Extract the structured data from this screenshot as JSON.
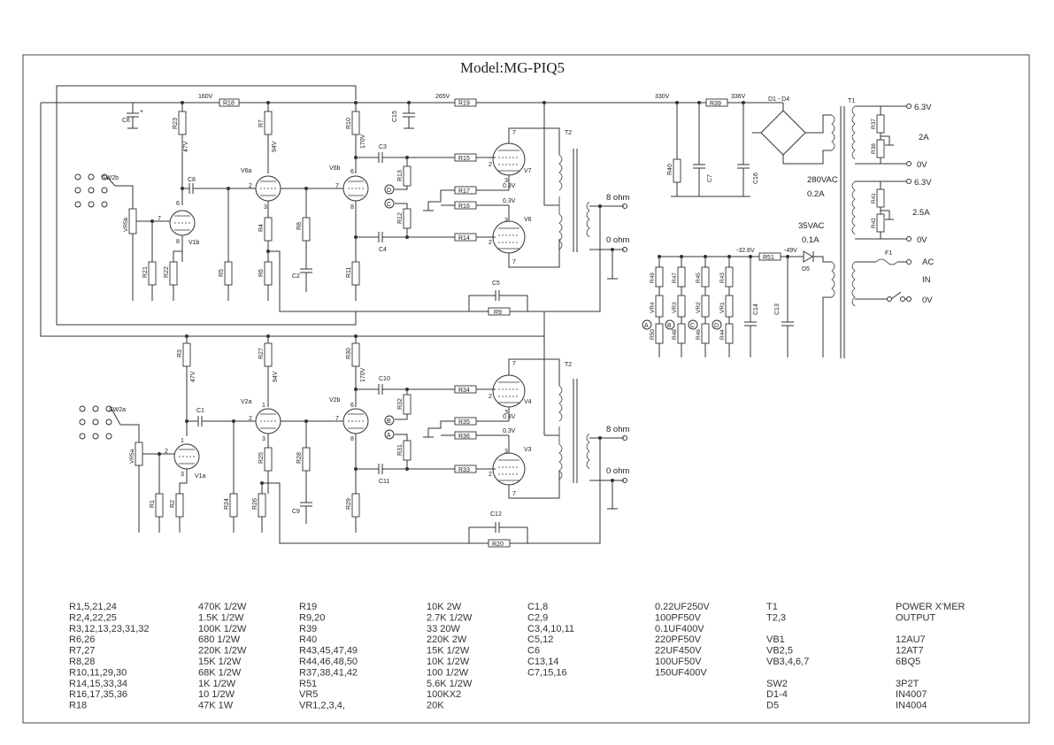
{
  "title": "Model:MG-PIQ5",
  "upper_voltages": {
    "v160": "160V",
    "v265": "265V",
    "v330": "330V",
    "v336": "336V",
    "v47": "47V",
    "v94": "94V",
    "v170": "170V",
    "v03a": "0.3V",
    "v03b": "0.3V"
  },
  "lower_voltages": {
    "v47": "47V",
    "v94": "94V",
    "v170": "170V",
    "v03a": "0.3V",
    "v03b": "0.3V"
  },
  "psu_voltages": {
    "n328": "-32.8V",
    "n49": "-49V"
  },
  "upper_labels": {
    "R18": "R18",
    "R19": "R19",
    "R23": "R23",
    "R7": "R7",
    "R10": "R10",
    "C6": "C6",
    "C15": "C15",
    "C3": "C3",
    "C8": "C8",
    "C4": "C4",
    "C2": "C2",
    "C5": "C5",
    "R15": "R15",
    "R13": "R13",
    "R17": "R17",
    "R16": "R16",
    "R12": "R12",
    "R14": "R14",
    "R4": "R4",
    "R8": "R8",
    "R5": "R5",
    "R6": "R6",
    "R11": "R11",
    "R21": "R21",
    "R22": "R22",
    "VR5b": "VR5b",
    "R9": "R9",
    "V6a": "V6a",
    "V6b": "V6b",
    "V7": "V7",
    "V6": "V6",
    "V1b": "V1b",
    "SW2b": "SW2b",
    "T2": "T2"
  },
  "lower_labels": {
    "R3": "R3",
    "R27": "R27",
    "R30": "R30",
    "C10": "C10",
    "C1": "C1",
    "C11": "C11",
    "R34": "R34",
    "R32": "R32",
    "R35": "R35",
    "R36": "R36",
    "R31": "R31",
    "R33": "R33",
    "R25": "R25",
    "R28": "R28",
    "R24": "R24",
    "R26": "R26",
    "R29": "R29",
    "R1": "R1",
    "R2": "R2",
    "C9": "C9",
    "C12": "C12",
    "R20": "R20",
    "VR5a": "VR5a",
    "V2a": "V2a",
    "V2b": "V2b",
    "V4": "V4",
    "V3": "V3",
    "V1a": "V1a",
    "SW2a": "SW2a",
    "T2": "T2"
  },
  "psu_labels": {
    "R39": "R39",
    "R40": "R40",
    "C7": "C7",
    "C16": "C16",
    "D1_D4": "D1 - D4",
    "T1": "T1",
    "R37": "R37",
    "R38": "R38",
    "R41": "R41",
    "R42": "R42",
    "R51": "R51",
    "D5": "D5",
    "F1": "F1",
    "R49": "R49",
    "R47": "R47",
    "R45": "R45",
    "R43": "R43",
    "VR4": "VR4",
    "VR3": "VR3",
    "VR2": "VR2",
    "VR1": "VR1",
    "R50": "R50",
    "R48": "R48",
    "R46": "R46",
    "R44": "R44",
    "C14": "C14",
    "C13": "C13"
  },
  "transformer_text": {
    "v63a": "6.3V",
    "a2": "2A",
    "ov1": "0V",
    "v280": "280VAC",
    "a02": "0.2A",
    "v63b": "6.3V",
    "a25": "2.5A",
    "ov2": "0V",
    "v35": "35VAC",
    "a01": "0.1A",
    "ac": "AC",
    "in": "IN",
    "ov3": "0V"
  },
  "output_text": {
    "upper_8": "8  ohm",
    "upper_0": "0  ohm",
    "lower_8": "8  ohm",
    "lower_0": "0  ohm"
  },
  "markers": {
    "A": "A",
    "B": "B",
    "C": "C",
    "D": "D"
  },
  "pin_labels": {
    "p1": "1",
    "p2": "2",
    "p3": "3",
    "p6": "6",
    "p7": "7",
    "p8": "8",
    "p0": "+"
  },
  "bom": {
    "col1": [
      "R1,5,21,24",
      "R2,4,22,25",
      "R3,12,13,23,31,32",
      "R6,26",
      "R7,27",
      "R8,28",
      "R10,11,29,30",
      "R14,15,33,34",
      "R16,17,35,36",
      "R18"
    ],
    "col2": [
      "470K  1/2W",
      "1.5K  1/2W",
      "100K  1/2W",
      "680  1/2W",
      "220K  1/2W",
      "15K  1/2W",
      "68K  1/2W",
      "1K  1/2W",
      "10  1/2W",
      "47K  1W"
    ],
    "col3": [
      "R19",
      "R9,20",
      "R39",
      "R40",
      "R43,45,47,49",
      "R44,46,48,50",
      "R37,38,41,42",
      "R51",
      "VR5",
      "VR1,2,3,4,"
    ],
    "col4": [
      "10K  2W",
      "2.7K  1/2W",
      "33  20W",
      "220K  2W",
      "15K  1/2W",
      "10K  1/2W",
      "100  1/2W",
      "5.6K  1/2W",
      "100KX2",
      "20K"
    ],
    "col5": [
      "C1,8",
      "C2,9",
      "C3,4,10,11",
      "C5,12",
      "C6",
      "C13,14",
      "C7,15,16"
    ],
    "col6": [
      "0.22UF250V",
      "100PF50V",
      "0.1UF400V",
      "220PF50V",
      "22UF450V",
      "100UF50V",
      "150UF400V"
    ],
    "col7": [
      "T1",
      "T2,3",
      "",
      "VB1",
      "VB2,5",
      "VB3,4,6,7",
      "",
      "SW2",
      "D1-4",
      "D5"
    ],
    "col8": [
      "POWER  X'MER",
      "OUTPUT",
      "",
      "12AU7",
      "12AT7",
      "6BQ5",
      "",
      "3P2T",
      "IN4007",
      "IN4004"
    ]
  }
}
